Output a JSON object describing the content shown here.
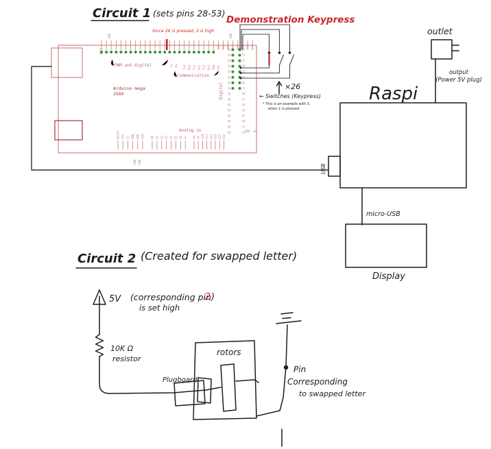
{
  "colors": {
    "ink": "#1c1c1c",
    "red": "#cc2626",
    "board": "#cc7a7a",
    "board_text": "#a83535",
    "silk": "#c06868",
    "pin_text": "#cf8896",
    "green": "#359235",
    "gray": "#9a9a9a",
    "wire": "#2e2e2e"
  },
  "circuit1": {
    "title": "Circuit 1",
    "subtitle": "(sets pins 28-53)",
    "keypress_heading": "Demonstration Keypress",
    "pressed_note": "Since 26 is pressed, 2 is high",
    "arduino": {
      "name": "Arduino mega",
      "model": "2560",
      "pwm_label": "PWM and digital",
      "comm_label": "Communication",
      "digital_label": "Digital",
      "analog_label": "Analog in",
      "aref": "AREF",
      "gnd": "GND",
      "tx": "Tx",
      "rx": "Rx",
      "comm_pins": [
        "Tx3",
        "Rx3",
        "Tx2",
        "Rx2",
        "Tx1",
        "Rx1",
        "SDA",
        "SCL"
      ],
      "comm_numbers": [
        "14",
        "15",
        "16",
        "17",
        "18",
        "19",
        "20",
        "21"
      ],
      "power_pins": [
        "RESET",
        "3V3",
        "5V",
        "GND",
        "GND",
        "VIN"
      ],
      "analog_pins": [
        "A0",
        "A1",
        "A2",
        "A3",
        "A4",
        "A5",
        "A6",
        "A7",
        "A8",
        "A9",
        "A10",
        "A11",
        "A12",
        "A13",
        "A14",
        "A15"
      ],
      "digital_rows": [
        [
          "22",
          "23"
        ],
        [
          "24",
          "25"
        ],
        [
          "26",
          "27"
        ],
        [
          "28",
          "29"
        ],
        [
          "30",
          "31"
        ],
        [
          "32",
          "33"
        ],
        [
          "34",
          "35"
        ],
        [
          "36",
          "37"
        ],
        [
          "38",
          "39"
        ],
        [
          "40",
          "41"
        ],
        [
          "42",
          "43"
        ],
        [
          "44",
          "45"
        ],
        [
          "46",
          "47"
        ],
        [
          "48",
          "49"
        ],
        [
          "50",
          "51"
        ],
        [
          "52",
          "53"
        ]
      ]
    },
    "switches": {
      "count_label": "×26",
      "label": "← Switches (Keypress)",
      "note1": "* This is an example with 3,",
      "note2": "when 1 is pressed"
    }
  },
  "raspi": {
    "label": "Raspi",
    "usb_label": "USB",
    "outlet_label": "outlet",
    "output_line1": "output",
    "output_line2": "(Power 5V plug)",
    "micro_usb_label": "micro-USB",
    "display_label": "Display"
  },
  "circuit2": {
    "title": "Circuit 2",
    "subtitle": "(Created for swapped letter)",
    "supply": "5V",
    "supply_note_pre": "(corresponding pin",
    "supply_note_pin": "2",
    "supply_note_post": ")",
    "supply_note_line2": "is set high",
    "resistor_value": "10K Ω",
    "resistor_word": "resistor",
    "plugboard_label": "Plugboard",
    "rotors_label": "rotors",
    "pin_note_line1": "Pin",
    "pin_note_line2": "Corresponding",
    "pin_note_line3": "to swapped letter"
  }
}
